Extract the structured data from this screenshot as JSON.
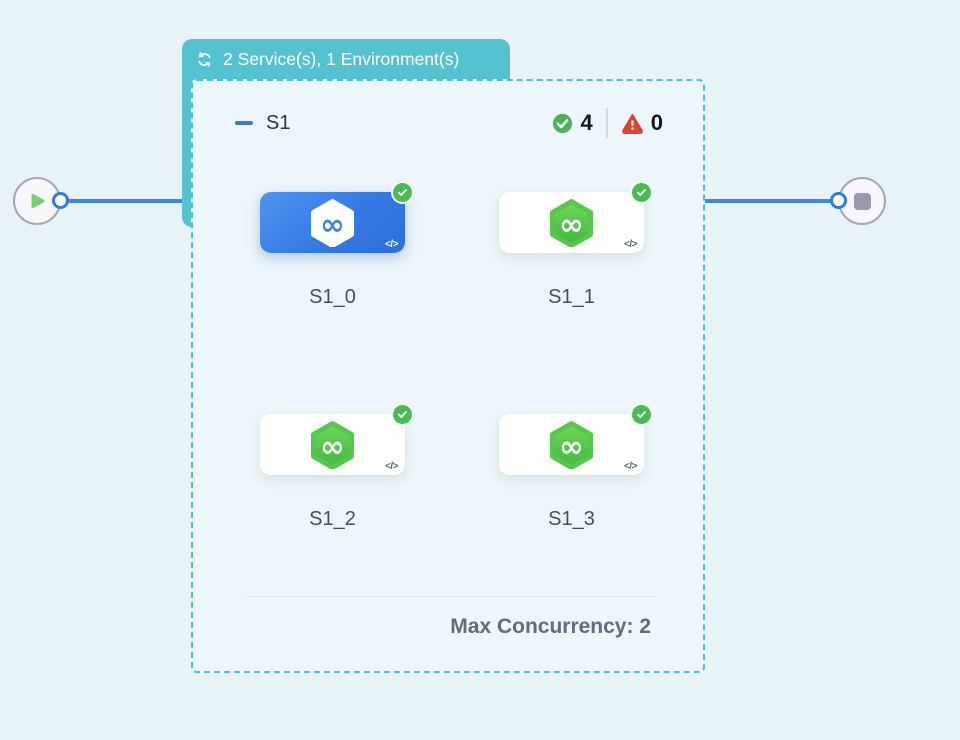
{
  "badge": {
    "icon": "cycle-icon",
    "label": "2 Service(s), 1 Environment(s)"
  },
  "stage": {
    "title": "S1",
    "success_count": "4",
    "failure_count": "0",
    "service_type_glyph": "</>",
    "services": [
      {
        "label": "S1_0",
        "selected": true,
        "status": "success"
      },
      {
        "label": "S1_1",
        "selected": false,
        "status": "success"
      },
      {
        "label": "S1_2",
        "selected": false,
        "status": "success"
      },
      {
        "label": "S1_3",
        "selected": false,
        "status": "success"
      }
    ],
    "footer": {
      "max_concurrency_label": "Max Concurrency: 2"
    }
  },
  "flow": {
    "start_node": "play",
    "end_node": "stop"
  },
  "colors": {
    "accent_teal": "#55C3CF",
    "selected_blue": "#3B82E8",
    "success_green": "#4CBB57",
    "error_red": "#D84532",
    "edge_blue": "#3E87E8"
  }
}
